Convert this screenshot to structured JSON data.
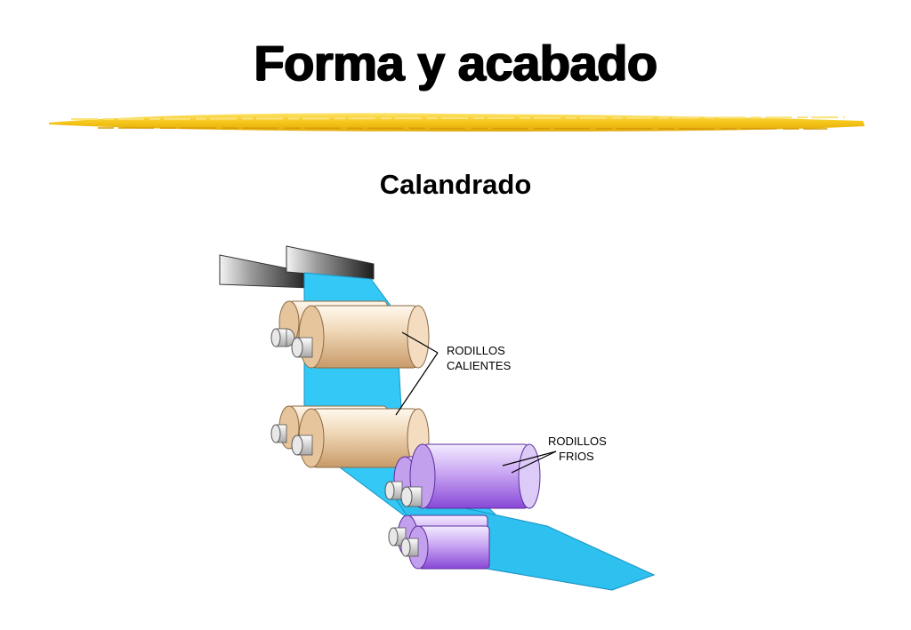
{
  "slide": {
    "title": "Forma y acabado",
    "subtitle": "Calandrado"
  },
  "diagram": {
    "hot_rollers_label": [
      "RODILLOS",
      "CALIENTES"
    ],
    "cold_rollers_label": [
      "RODILLOS",
      "FRIOS"
    ],
    "colors": {
      "sheet": "#33c8f5",
      "hot_roller": "#e8c8a0",
      "cold_roller": "#b58ee8",
      "underline": "#f5c518"
    }
  }
}
